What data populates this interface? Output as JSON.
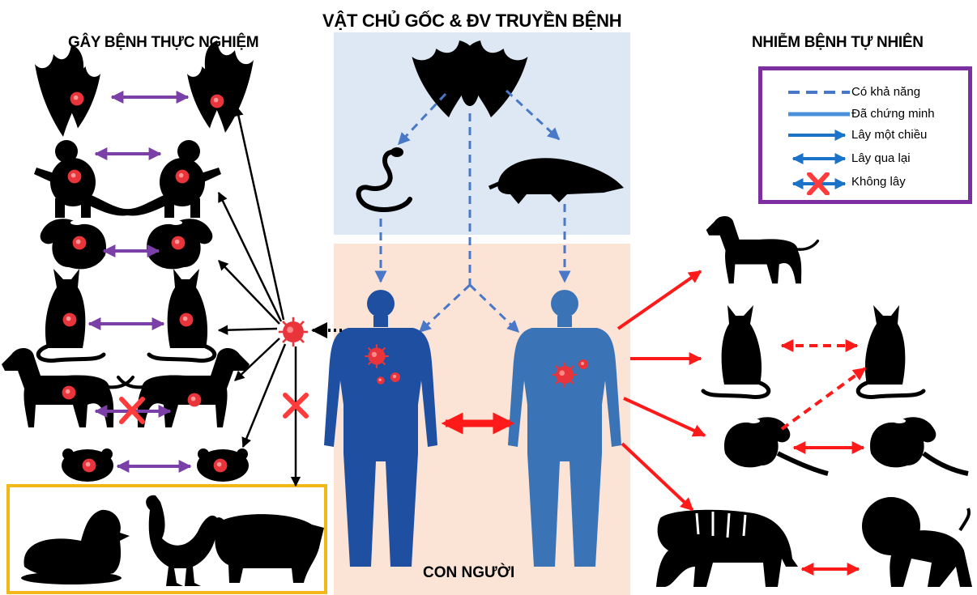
{
  "titles": {
    "left": "GÂY BỆNH THỰC NGHIỆM",
    "middle": "VẬT CHỦ GỐC & ĐV TRUYỀN BỆNH",
    "right": "NHIỄM BỆNH TỰ NHIÊN"
  },
  "human_label": "CON NGƯỜI",
  "legend": [
    {
      "label": "Có khả năng",
      "icon": "dashed-arrow"
    },
    {
      "label": "Đã chứng minh",
      "icon": "solid-line"
    },
    {
      "label": "Lây một chiều",
      "icon": "one-way-arrow"
    },
    {
      "label": "Lây qua lại",
      "icon": "two-way-arrow"
    },
    {
      "label": "Không lây",
      "icon": "blocked-arrow"
    }
  ],
  "colors": {
    "purple_arrow": "#7b3fa8",
    "red_arrow": "#ff1a1a",
    "blue_dashed": "#4a78c8",
    "legend_border": "#7b2fa0",
    "host_panel": "#dde8f4",
    "human_panel": "#fbe3d6",
    "human_dark": "#1f4fa0",
    "human_light": "#3b74b6",
    "virus": "#e8343a",
    "non_susceptible_box": "#f2b818"
  },
  "animals": {
    "experimental_pairs": [
      "bat-icon",
      "monkey-icon",
      "ferret-icon",
      "cat-icon",
      "dog-icon",
      "hamster-icon"
    ],
    "non_susceptible": [
      "duck-icon",
      "chicken-icon",
      "pig-icon"
    ],
    "reservoir": [
      "bat-icon",
      "snake-icon",
      "pangolin-icon"
    ],
    "natural_infection": [
      "dog-icon",
      "cat-icon",
      "ferret-icon",
      "tiger-icon",
      "lion-icon"
    ]
  }
}
